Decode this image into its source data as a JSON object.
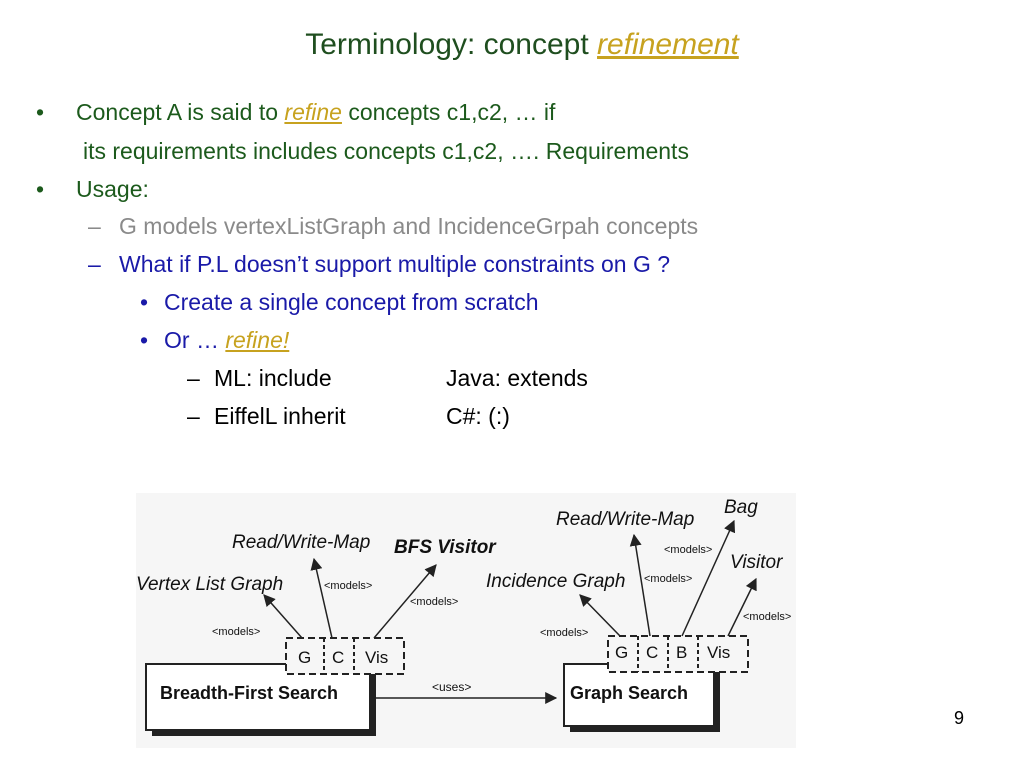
{
  "slide": {
    "title_prefix": "Terminology: concept ",
    "title_keyword": "refinement",
    "page_number": "9"
  },
  "bullets": {
    "b1_pre": "Concept A is said to ",
    "b1_kw": "refine",
    "b1_post": " concepts c1,c2, … if",
    "b1_cont": "its requirements includes concepts c1,c2, …. Requirements",
    "b2": "Usage:",
    "sub1": "G models vertexListGraph and IncidenceGrpah concepts",
    "sub2": "What if P.L doesn’t support multiple constraints on  G ?",
    "sub2a": "Create a single concept from scratch",
    "sub2b_pre": "Or … ",
    "sub2b_kw": "refine!",
    "lang1_a": "ML: include",
    "lang1_b": "Java: extends",
    "lang2_a": "EiffelL inherit",
    "lang2_b": "C#: (:)",
    "bullet_char": "•",
    "dash_char": "–"
  },
  "figure": {
    "left_box": "Breadth-First Search",
    "right_box": "Graph Search",
    "uses": "<uses>",
    "models": "<models>",
    "left_params": [
      "G",
      "C",
      "Vis"
    ],
    "right_params": [
      "G",
      "C",
      "B",
      "Vis"
    ],
    "left_concepts": [
      "Vertex List Graph",
      "Read/Write-Map",
      "BFS Visitor"
    ],
    "right_concepts": [
      "Incidence Graph",
      "Read/Write-Map",
      "Bag",
      "Visitor"
    ]
  },
  "colors": {
    "title": "#1f4e1f",
    "accent": "#c7a21f",
    "green_text": "#1c5a1c",
    "gray_text": "#8a8a8a",
    "blue_text": "#1a1aa8"
  }
}
